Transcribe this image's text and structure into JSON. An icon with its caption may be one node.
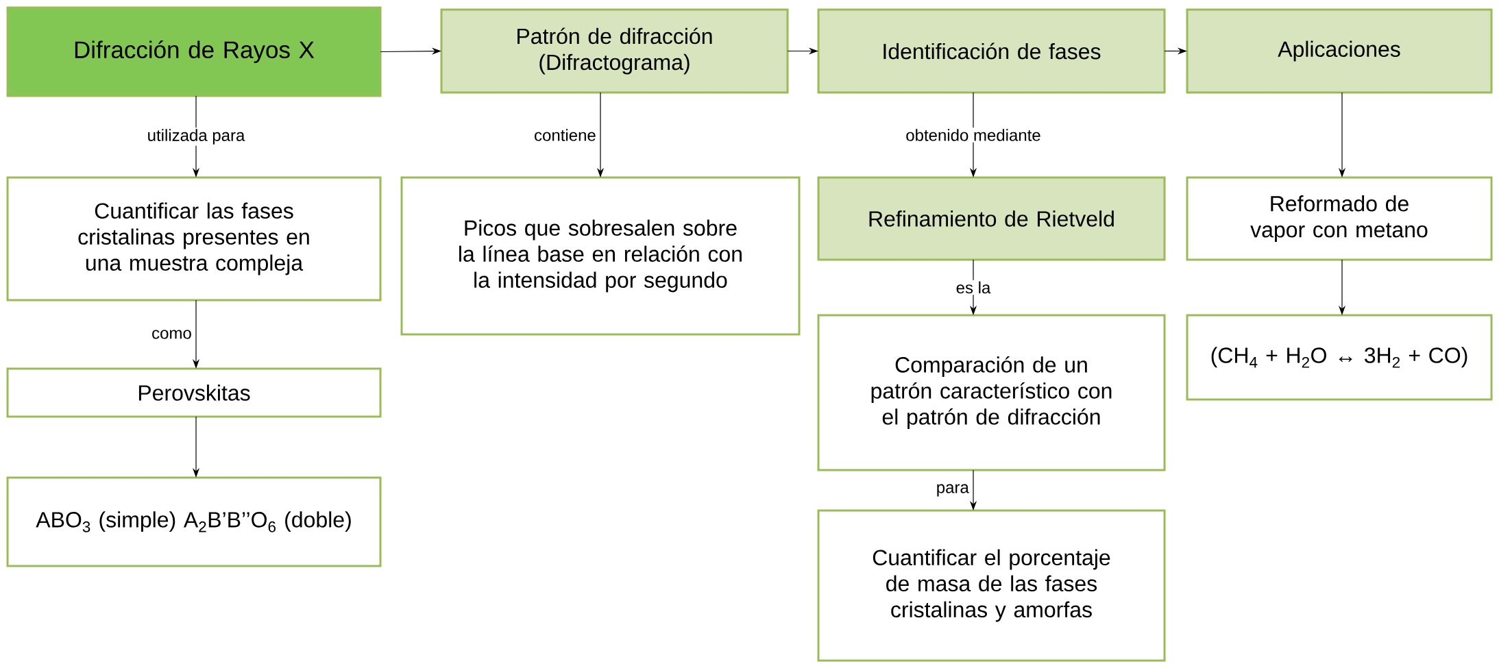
{
  "diagram": {
    "nodes": [
      {
        "text": [
          "Difracción de Rayos  X"
        ]
      },
      {
        "text": [
          "Patrón de difracción (Difractograma)"
        ]
      },
      {
        "text": [
          "Identificación de fases"
        ]
      },
      {
        "text": [
          "Aplicaciones"
        ]
      },
      {
        "text": [
          "Cuantificar las fases cristalinas presentes en una muestra compleja"
        ]
      },
      {
        "text": [
          "Perovskitas"
        ]
      },
      {
        "text": [
          "ABO$_{3}$ (simple) A$_{2}$B’B’’O$_{6}$ (doble)"
        ]
      },
      {
        "text": [
          "Picos que sobresalen sobre la línea base en relación con la intensidad por segundo"
        ]
      },
      {
        "text": [
          "Refinamiento de Rietveld"
        ]
      },
      {
        "text": [
          "Comparación de un patrón característico con el patrón de difracción"
        ]
      },
      {
        "text": [
          "Cuantificar el porcentaje de masa de las fases cristalinas y amorfas"
        ]
      },
      {
        "text": [
          "Reformado de vapor con metano"
        ]
      },
      {
        "text": [
          "(CH$_{4}$ + H$_{2}$O ↔ 3H$_{2}$ + CO)"
        ]
      }
    ],
    "edges": [
      {
        "from": 0,
        "to": 1,
        "arrow": "to"
      },
      {
        "from": 1,
        "to": 2,
        "arrow": "to"
      },
      {
        "from": 2,
        "to": 3,
        "arrow": "to"
      },
      {
        "from": 0,
        "to": 4,
        "arrow": "to",
        "label": "utilizada para"
      },
      {
        "from": 4,
        "to": 5,
        "arrow": "to",
        "label": "como"
      },
      {
        "from": 5,
        "to": 6,
        "arrow": "to"
      },
      {
        "from": 1,
        "to": 7,
        "arrow": "to",
        "label": "contiene"
      },
      {
        "from": 2,
        "to": 8,
        "arrow": "to",
        "label": "obtenido mediante"
      },
      {
        "from": 8,
        "to": 9,
        "arrow": "to",
        "label": "es la"
      },
      {
        "from": 9,
        "to": 10,
        "arrow": "to",
        "label": "para"
      },
      {
        "from": 3,
        "to": 11,
        "arrow": "to"
      },
      {
        "from": 11,
        "to": 12,
        "arrow": "to"
      }
    ]
  }
}
